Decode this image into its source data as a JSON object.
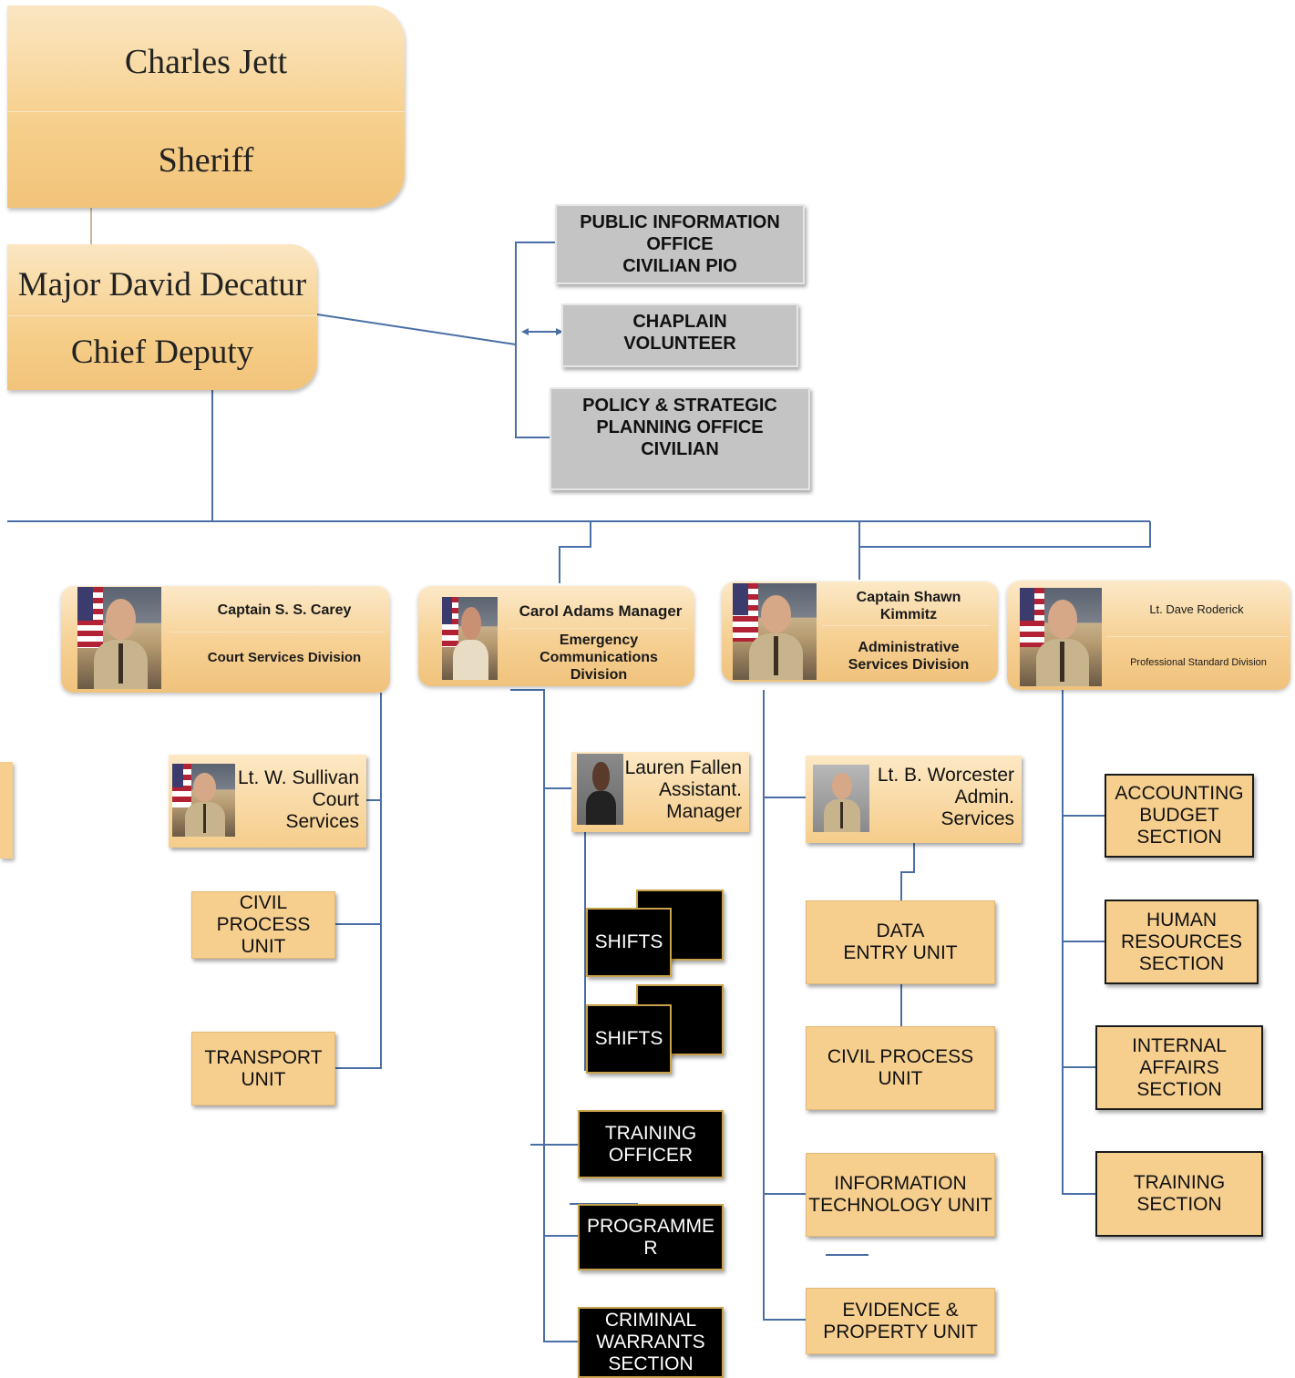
{
  "sheriff": {
    "name": "Charles Jett",
    "title": "Sheriff"
  },
  "chief_deputy": {
    "name": "Major David Decatur",
    "title": "Chief Deputy"
  },
  "staff": {
    "pio": "PUBLIC INFORMATION\nOFFICE\nCIVILIAN PIO",
    "chaplain": "CHAPLAIN\nVOLUNTEER",
    "policy": "POLICY & STRATEGIC\nPLANNING OFFICE\nCIVILIAN"
  },
  "divisions": {
    "court": {
      "name": "Captain  S. S. Carey",
      "title": "Court Services Division"
    },
    "ecd": {
      "name": "Carol Adams Manager",
      "title": "Emergency\nCommunications\nDivision"
    },
    "admin": {
      "name": "Captain Shawn\nKimmitz",
      "title": "Administrative\nServices Division"
    },
    "psd": {
      "name": "Lt. Dave Roderick",
      "title": "Professional Standard Division"
    }
  },
  "court_units": {
    "lt": "Lt. W. Sullivan\nCourt\nServices",
    "civil": "CIVIL\nPROCESS\nUNIT",
    "transport": "TRANSPORT\nUNIT"
  },
  "ecd_units": {
    "lt": "Lauren Fallen\nAssistant.\nManager",
    "shifts1": "SHIFTS",
    "shifts2": "SHIFTS",
    "training": "TRAINING\nOFFICER",
    "programmer": "PROGRAMME\nR",
    "warrants": "CRIMINAL\nWARRANTS\nSECTION"
  },
  "admin_units": {
    "lt": "Lt. B. Worcester\nAdmin.\nServices",
    "data": "DATA\nENTRY UNIT",
    "civil": "CIVIL PROCESS\nUNIT",
    "it": "INFORMATION\nTECHNOLOGY UNIT",
    "evidence": "EVIDENCE &\nPROPERTY UNIT"
  },
  "psd_units": {
    "accounting": "ACCOUNTING\nBUDGET\nSECTION",
    "hr": "HUMAN\nRESOURCES\nSECTION",
    "ia": "INTERNAL\nAFFAIRS\nSECTION",
    "training": "TRAINING\nSECTION"
  },
  "colors": {
    "connector": "#4a6fa5",
    "tan": "#f6cf8f",
    "gray": "#c4c4c4"
  }
}
